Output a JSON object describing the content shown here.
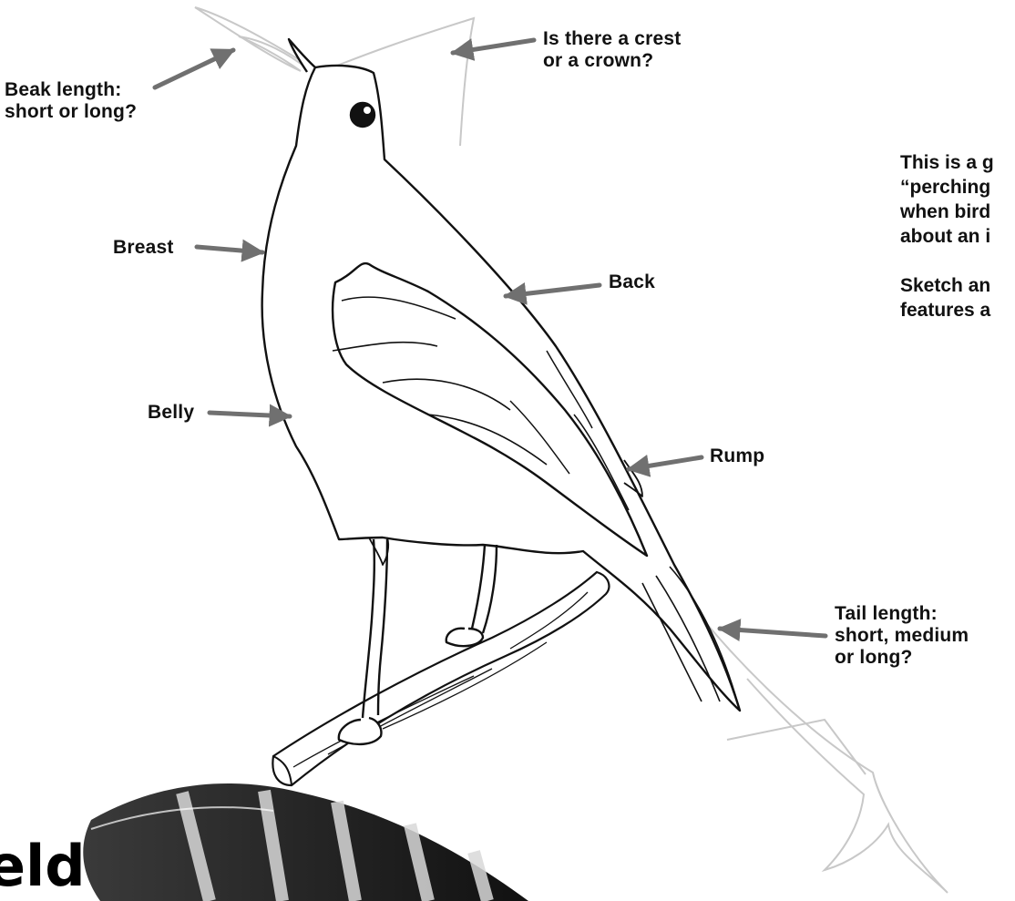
{
  "labels": {
    "beak": [
      "Beak length:",
      "short or long?"
    ],
    "crest": [
      "Is there a crest",
      "or a crown?"
    ],
    "breast": "Breast",
    "back": "Back",
    "belly": "Belly",
    "rump": "Rump",
    "tail": [
      "Tail length:",
      "short, medium",
      "or long?"
    ]
  },
  "side_note": {
    "lines": [
      "This is a g",
      "“perching",
      "when bird",
      "about an i"
    ],
    "lines2": [
      "Sketch an",
      "features a"
    ]
  },
  "heading_fragment": "eld",
  "colors": {
    "arrow": "#707070",
    "outline": "#111111",
    "ghost_outline": "#c8c8c8",
    "text": "#111111"
  },
  "icons": {
    "bird": "perching-bird-icon",
    "branch": "branch-icon",
    "feather": "feather-icon"
  }
}
